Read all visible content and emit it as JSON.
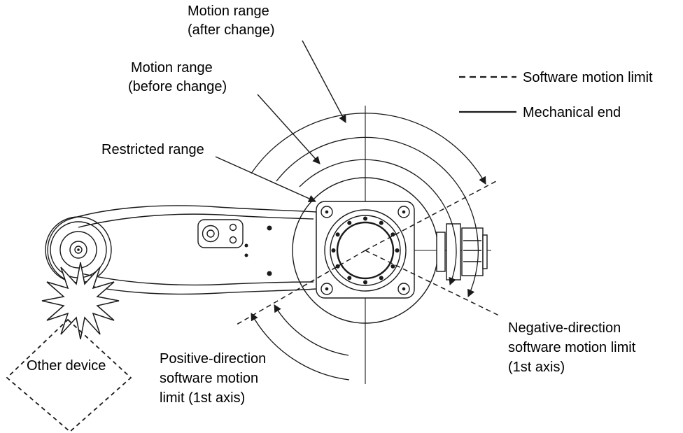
{
  "labels": {
    "motion_after": {
      "l1": "Motion range",
      "l2": "(after change)"
    },
    "motion_before": {
      "l1": "Motion range",
      "l2": "(before change)"
    },
    "restricted": "Restricted range",
    "other_device": "Other device",
    "positive_limit": {
      "l1": "Positive-direction",
      "l2": "software motion",
      "l3": "limit (1st axis)"
    },
    "negative_limit": {
      "l1": "Negative-direction",
      "l2": "software motion limit",
      "l3": "(1st axis)"
    }
  },
  "legend": {
    "software_limit": "Software motion limit",
    "mechanical_end": "Mechanical end"
  },
  "colors": {
    "ink": "#1a1a1a",
    "background": "#ffffff"
  }
}
